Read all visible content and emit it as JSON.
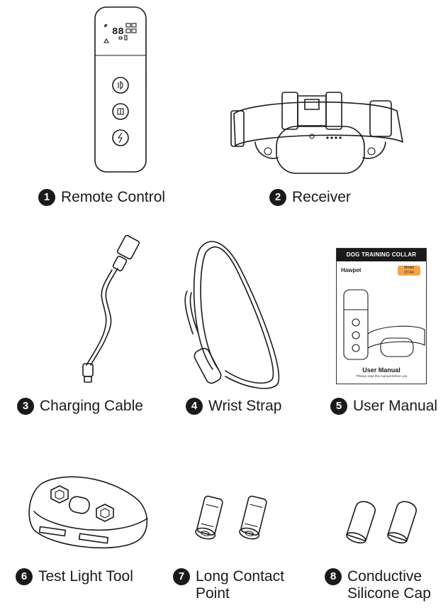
{
  "items": [
    {
      "number": "1",
      "name": "Remote Control"
    },
    {
      "number": "2",
      "name": "Receiver"
    },
    {
      "number": "3",
      "name": "Charging Cable"
    },
    {
      "number": "4",
      "name": "Wrist Strap"
    },
    {
      "number": "5",
      "name": "User Manual"
    },
    {
      "number": "6",
      "name": "Test Light Tool"
    },
    {
      "number": "7",
      "name_line1": "Long Contact",
      "name_line2": "Point"
    },
    {
      "number": "8",
      "name_line1": "Conductive",
      "name_line2": "Silicone Cap"
    }
  ],
  "manual_cover": {
    "header": "DOG TRAINING COLLAR",
    "brand": "Hawpet",
    "model_label": "Model",
    "model": "DT-64",
    "title": "User Manual",
    "subtitle": "*Please read this manual before use"
  },
  "remote_display": "88"
}
